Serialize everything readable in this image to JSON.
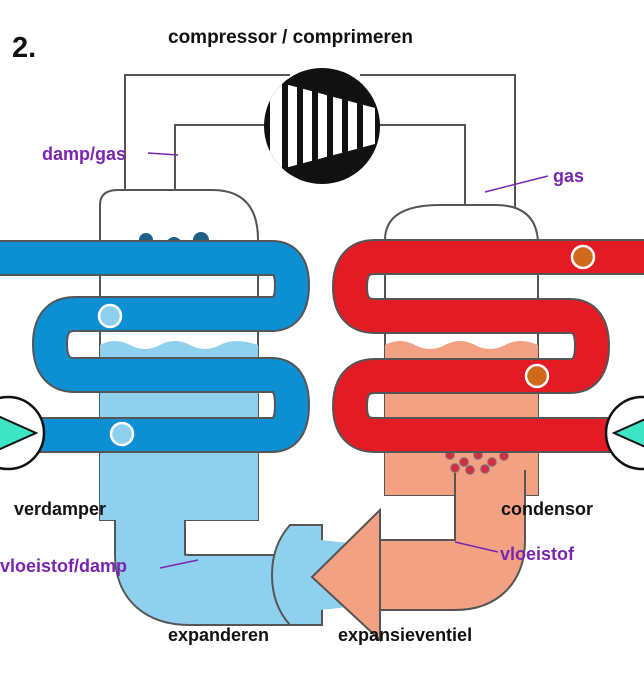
{
  "step_number": "2.",
  "title": "compressor / comprimeren",
  "labels": {
    "damp_gas": "damp/gas",
    "gas": "gas",
    "verdamper": "verdamper",
    "condensor": "condensor",
    "vloeistof_damp": "vloeistof/damp",
    "vloeistof": "vloeistof",
    "expanderen": "expanderen",
    "expansieventiel": "expansieventiel"
  },
  "colors": {
    "cold_pipe": "#0d8fd3",
    "cold_liquid": "#8fd0ef",
    "hot_pipe": "#e21b24",
    "hot_liquid": "#f2a183",
    "gas_dot": "#1f5f86",
    "hot_dot": "#d03044",
    "label_purple": "#7a25b0",
    "pump_teal": "#3ce5c3"
  },
  "icons": [
    "compressor-icon",
    "expansion-valve-icon",
    "pump-icon"
  ]
}
